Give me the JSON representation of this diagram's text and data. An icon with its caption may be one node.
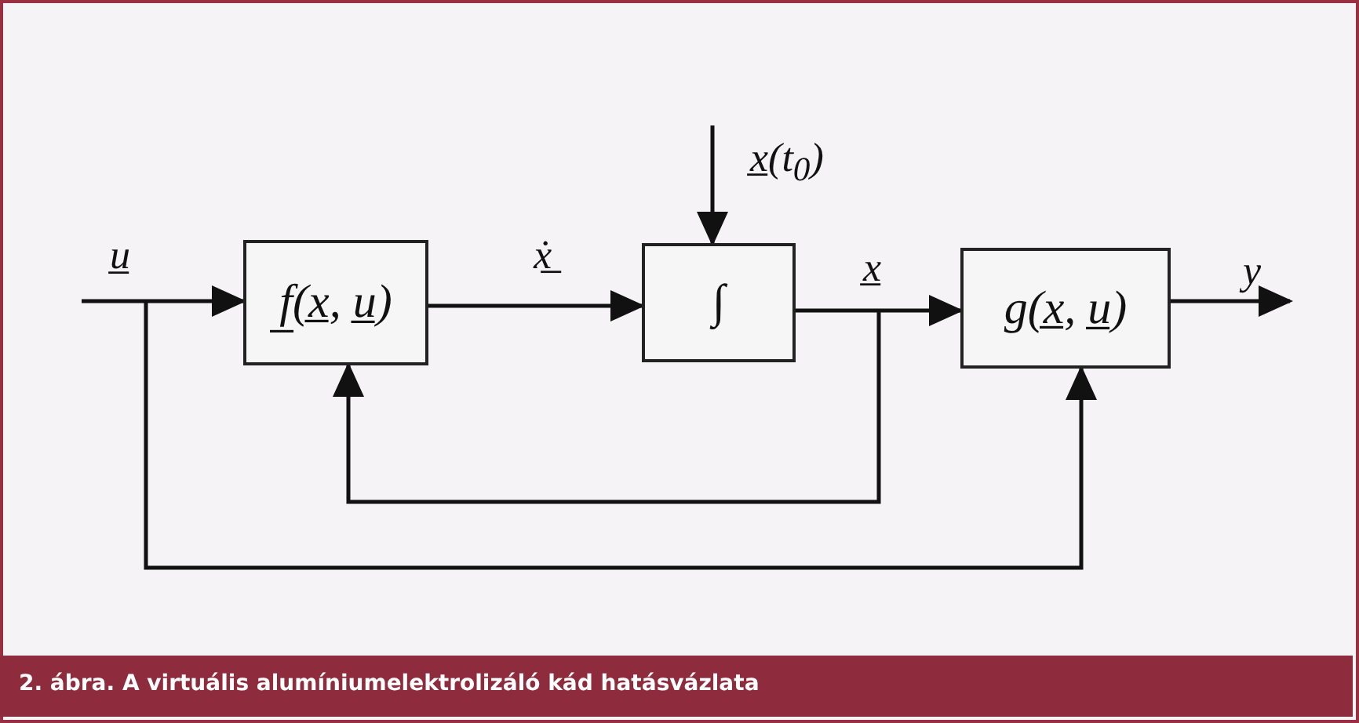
{
  "diagram": {
    "caption": "2. ábra. A virtuális alumíniumelektrolizáló kád hatásvázlata",
    "nodes": [
      {
        "text": [
          "f̲(x̲, u̲)"
        ]
      },
      {
        "text": [
          "∫"
        ]
      },
      {
        "text": [
          "g(x̲, u̲)"
        ]
      }
    ],
    "edges": [
      {
        "from": null,
        "to": 0,
        "arrow": "to",
        "label": "u̲"
      },
      {
        "from": null,
        "to": 1,
        "arrow": "to",
        "label": "x̲(t$_{0}$)"
      },
      {
        "from": 0,
        "to": 1,
        "arrow": "to",
        "label": "ẋ̲"
      },
      {
        "from": 1,
        "to": 2,
        "arrow": "to",
        "label": "x̲"
      },
      {
        "from": 2,
        "to": null,
        "arrow": "to",
        "label": "y"
      },
      {
        "from": 1,
        "to": 0,
        "arrow": "to"
      },
      {
        "from": null,
        "to": 2,
        "arrow": "to"
      }
    ]
  }
}
